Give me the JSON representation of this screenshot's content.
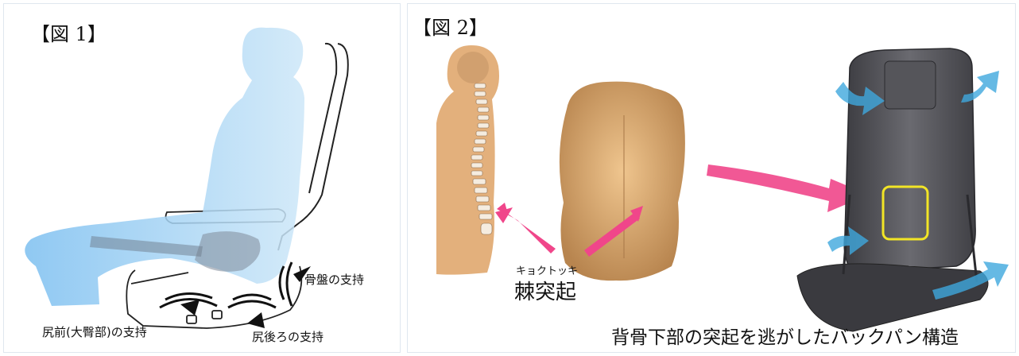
{
  "figure1": {
    "title": "【図 1】",
    "labels": {
      "pelvis_support": "骨盤の支持",
      "front_hip_support": "尻前(大臀部)の支持",
      "rear_hip_support": "尻後ろの支持"
    }
  },
  "figure2": {
    "title": "【図 2】",
    "labels": {
      "spinous_reading": "キョクトッキ",
      "spinous_process": "棘突起",
      "backpan_caption": "背骨下部の突起を逃がしたバックパン構造"
    }
  },
  "colors": {
    "body_blue": "#a9d3f2",
    "arrow_pink": "#f0468a",
    "air_arrow_blue": "#3fa7dd",
    "highlight_yellow": "#f2e526",
    "skin": "#e3b07c",
    "backpan_gray": "#4d4d52"
  }
}
